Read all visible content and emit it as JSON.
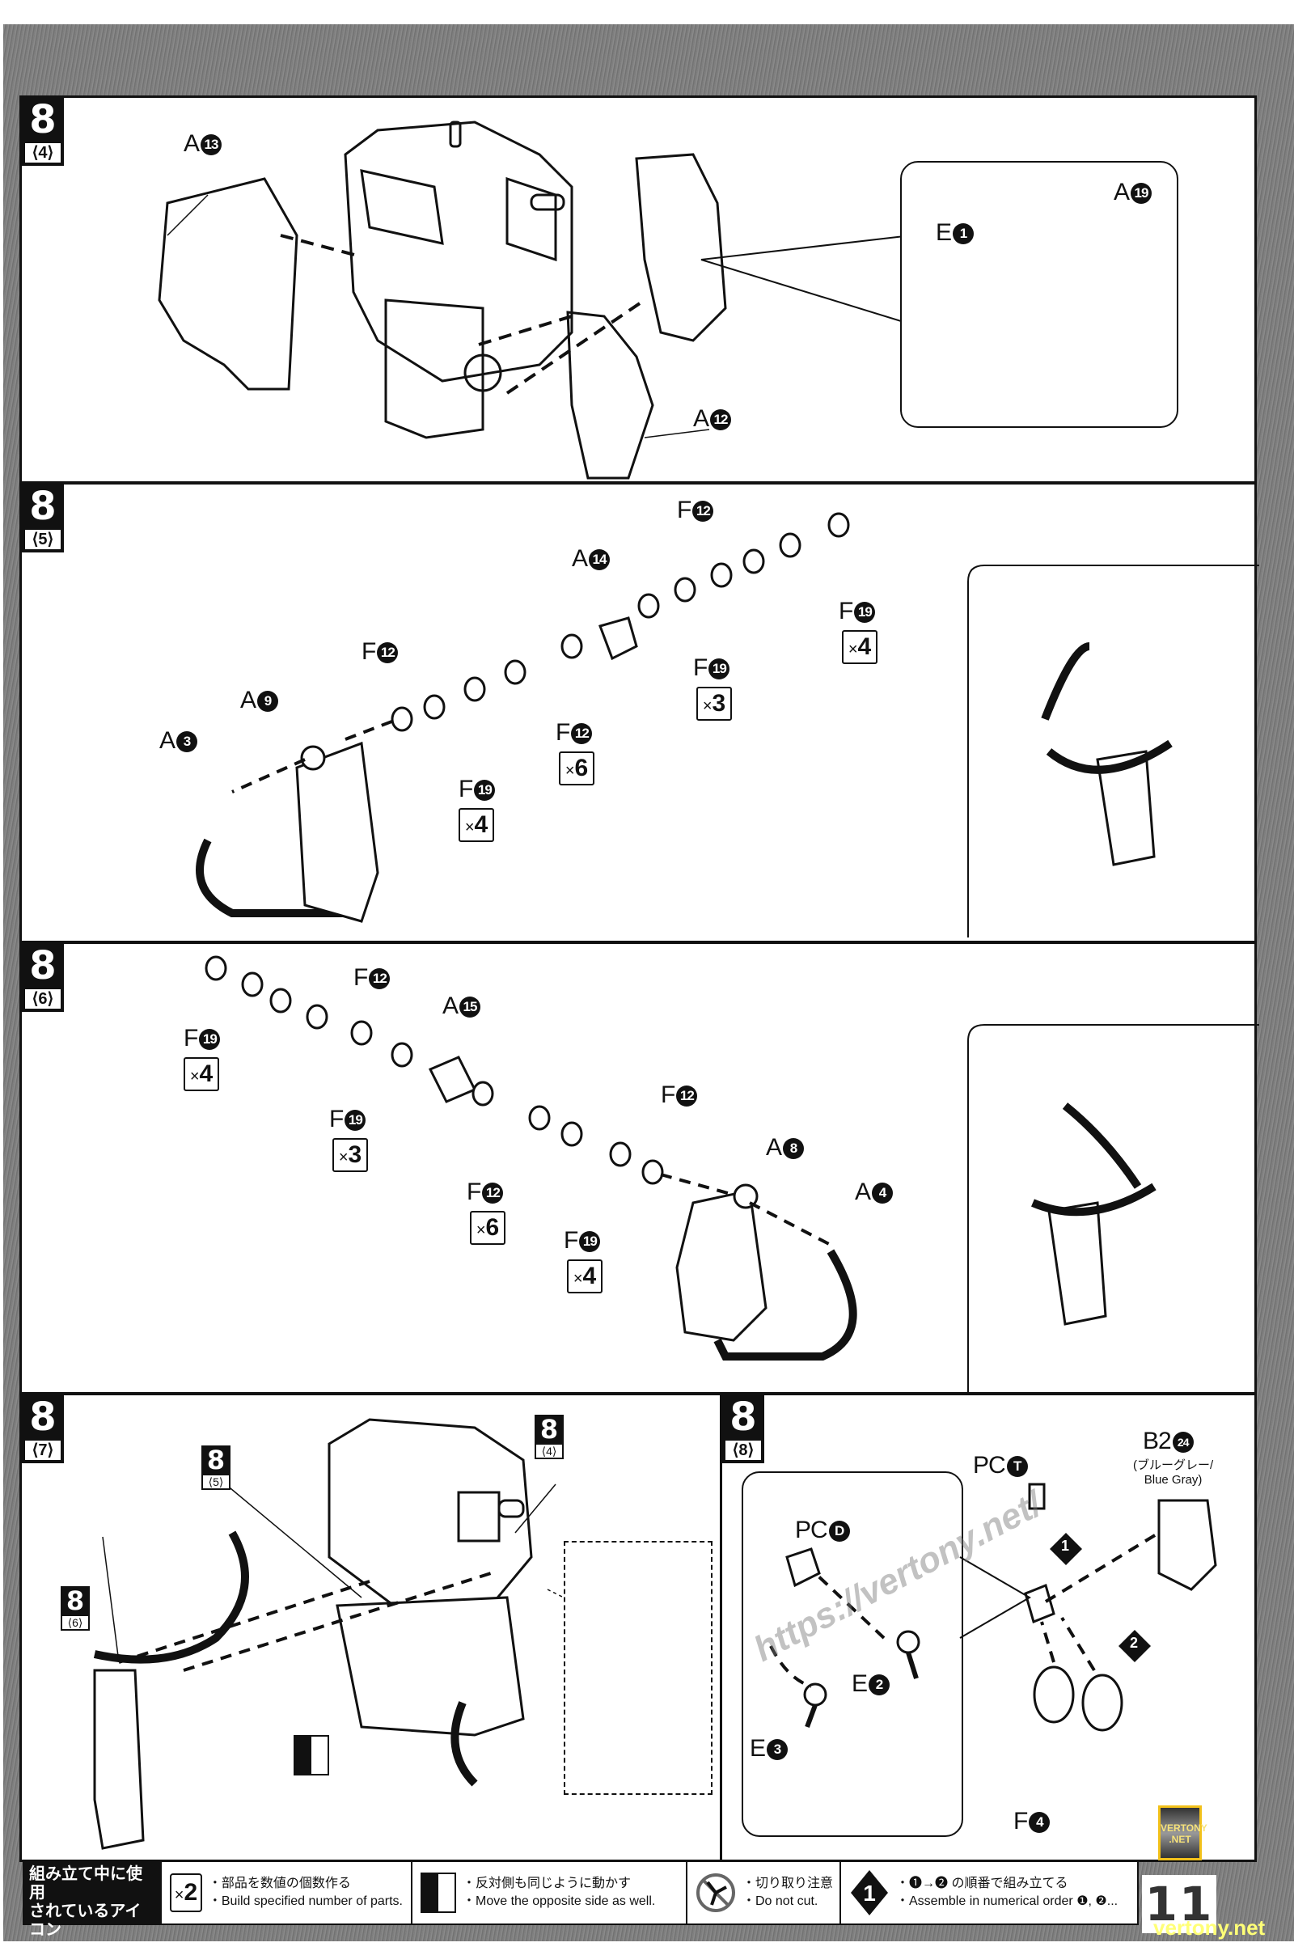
{
  "page": {
    "number": "11",
    "brand_badge": "VERTONY .NET",
    "site_watermark": "vertony.net",
    "url_watermark": "https://vertony.net/"
  },
  "steps": [
    {
      "step": "8",
      "sub": "⟨4⟩",
      "parts": [
        {
          "id": "A13",
          "runner": "A",
          "num": "13"
        },
        {
          "id": "A12",
          "runner": "A",
          "num": "12"
        },
        {
          "id": "E1",
          "runner": "E",
          "num": "1"
        },
        {
          "id": "A19",
          "runner": "A",
          "num": "19"
        }
      ]
    },
    {
      "step": "8",
      "sub": "⟨5⟩",
      "parts": [
        {
          "id": "A3",
          "runner": "A",
          "num": "3"
        },
        {
          "id": "A9",
          "runner": "A",
          "num": "9"
        },
        {
          "id": "F12a",
          "runner": "F",
          "num": "12"
        },
        {
          "id": "F19a",
          "runner": "F",
          "num": "19",
          "qty": "4"
        },
        {
          "id": "F12b",
          "runner": "F",
          "num": "12",
          "qty": "6"
        },
        {
          "id": "A14",
          "runner": "A",
          "num": "14"
        },
        {
          "id": "F19b",
          "runner": "F",
          "num": "19",
          "qty": "3"
        },
        {
          "id": "F12c",
          "runner": "F",
          "num": "12"
        },
        {
          "id": "F19c",
          "runner": "F",
          "num": "19",
          "qty": "4"
        }
      ]
    },
    {
      "step": "8",
      "sub": "⟨6⟩",
      "parts": [
        {
          "id": "F19a",
          "runner": "F",
          "num": "19",
          "qty": "4"
        },
        {
          "id": "F12a",
          "runner": "F",
          "num": "12"
        },
        {
          "id": "A15",
          "runner": "A",
          "num": "15"
        },
        {
          "id": "F19b",
          "runner": "F",
          "num": "19",
          "qty": "3"
        },
        {
          "id": "F12b",
          "runner": "F",
          "num": "12",
          "qty": "6"
        },
        {
          "id": "F19c",
          "runner": "F",
          "num": "19",
          "qty": "4"
        },
        {
          "id": "F12c",
          "runner": "F",
          "num": "12"
        },
        {
          "id": "A8",
          "runner": "A",
          "num": "8"
        },
        {
          "id": "A4",
          "runner": "A",
          "num": "4"
        }
      ]
    },
    {
      "step": "8",
      "sub": "⟨7⟩",
      "refs": [
        {
          "step": "8",
          "sub": "⟨5⟩"
        },
        {
          "step": "8",
          "sub": "⟨4⟩"
        },
        {
          "step": "8",
          "sub": "⟨6⟩"
        }
      ]
    },
    {
      "step": "8",
      "sub": "⟨8⟩",
      "parts": [
        {
          "id": "PCT",
          "runner": "PC",
          "num": "T"
        },
        {
          "id": "B2-24",
          "runner": "B2",
          "num": "24",
          "color_jp": "(ブルーグレー/",
          "color_en": "Blue Gray)"
        },
        {
          "id": "PCD",
          "runner": "PC",
          "num": "D"
        },
        {
          "id": "E2",
          "runner": "E",
          "num": "2"
        },
        {
          "id": "E3",
          "runner": "E",
          "num": "3"
        },
        {
          "id": "F4",
          "runner": "F",
          "num": "4"
        }
      ],
      "order": [
        "1",
        "2"
      ]
    }
  ],
  "legend": {
    "title_jp_1": "組み立て中に使用",
    "title_jp_2": "されているアイコン",
    "title_en": "Symbols used in instructions",
    "items": [
      {
        "icon": "x2",
        "jp": "・部品を数値の個数作る",
        "en": "・Build specified number of parts."
      },
      {
        "icon": "mirror",
        "jp": "・反対側も同じように動かす",
        "en": "・Move the opposite side as well."
      },
      {
        "icon": "do-not-cut",
        "jp": "・切り取り注意",
        "en": "・Do not cut."
      },
      {
        "icon": "order-1",
        "jp": "・❶→❷ の順番で組み立てる",
        "en": "・Assemble in numerical order ❶, ❷..."
      }
    ]
  }
}
